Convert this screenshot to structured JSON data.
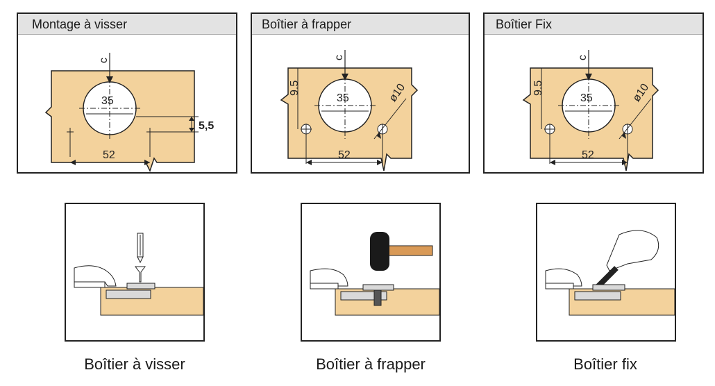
{
  "panels": [
    {
      "title": "Montage à visser",
      "c": "c",
      "dia_big": "35",
      "spacing": "52",
      "offset": "5,5"
    },
    {
      "title": "Boîtier à frapper",
      "c": "c",
      "dia_big": "35",
      "spacing": "52",
      "edge": "9.5",
      "dia_small": "ø10"
    },
    {
      "title": "Boîtier Fix",
      "c": "c",
      "dia_big": "35",
      "spacing": "52",
      "edge": "9.5",
      "dia_small": "ø10"
    }
  ],
  "captions": [
    "Boîtier à visser",
    "Boîtier à frapper",
    "Boîtier fix"
  ],
  "colors": {
    "wood": "#f3d29c",
    "wood_edge": "#222222",
    "metal": "#d9d9d9",
    "hammer": "#1a1a1a",
    "handle": "#d99a57"
  }
}
